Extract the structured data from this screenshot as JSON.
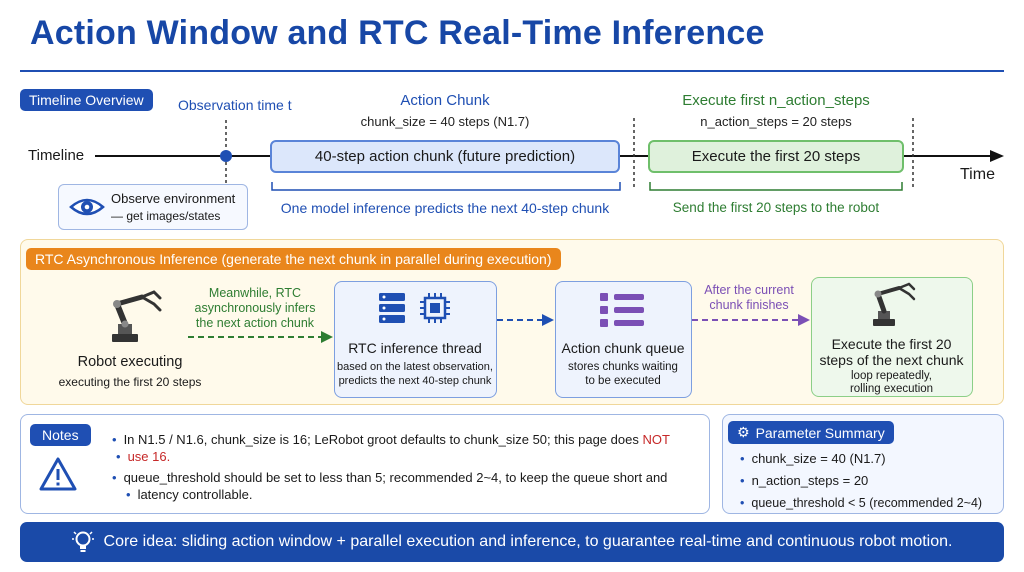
{
  "title": "Action Window and RTC Real-Time Inference",
  "timeline": {
    "tag": "Timeline Overview",
    "observation_label": "Observation time t",
    "timeline_label": "Timeline",
    "time_label": "Time",
    "chunk_heading": "Action Chunk",
    "chunk_size_text": "chunk_size = 40 steps (N1.7)",
    "chunk_box": "40-step action chunk (future prediction)",
    "chunk_caption": "One model inference predicts the next 40-step chunk",
    "exec_heading": "Execute first n_action_steps",
    "exec_steps_text": "n_action_steps = 20 steps",
    "exec_box": "Execute the first 20 steps",
    "exec_caption": "Send the first 20 steps to the robot",
    "observe_line1": "Observe environment",
    "observe_line2": "— get images/states"
  },
  "rtc": {
    "tag": "RTC Asynchronous Inference (generate the next chunk in parallel during execution)",
    "robot_title": "Robot executing",
    "robot_sub": "executing the first 20 steps",
    "meanwhile_1": "Meanwhile, RTC",
    "meanwhile_2": "asynchronously infers",
    "meanwhile_3": "the next action chunk",
    "thread_title": "RTC inference thread",
    "thread_sub1": "based on the latest observation,",
    "thread_sub2": "predicts the next 40-step chunk",
    "queue_title": "Action chunk queue",
    "queue_sub1": "stores chunks waiting",
    "queue_sub2": "to be executed",
    "after_1": "After the current",
    "after_2": "chunk finishes",
    "next_title1": "Execute the first 20",
    "next_title2": "steps of the next chunk",
    "next_sub1": "loop repeatedly,",
    "next_sub2": "rolling execution"
  },
  "notes": {
    "tag": "Notes",
    "b1_pre": "In N1.5 / N1.6, chunk_size is 16; LeRobot groot defaults to chunk_size 50; this page does ",
    "b1_not": "NOT",
    "b1_line2": "use 16.",
    "b2_line1": "queue_threshold should be set to less than 5; recommended 2~4, to keep the queue short and",
    "b2_line2": "latency controllable."
  },
  "params": {
    "tag": "Parameter Summary",
    "items": [
      "chunk_size = 40 (N1.7)",
      "n_action_steps = 20",
      "queue_threshold < 5 (recommended 2~4)"
    ]
  },
  "core": "Core idea: sliding action window + parallel execution and inference, to guarantee real-time and continuous robot motion.",
  "colors": {
    "primary": "#1f4fb3",
    "green": "#2e7d32",
    "orange": "#e9861c",
    "purple": "#7b4fb5",
    "warning": "#c62828"
  }
}
